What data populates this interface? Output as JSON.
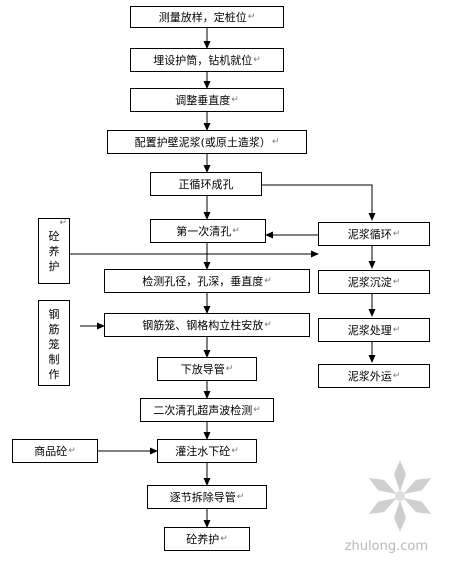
{
  "flow": {
    "steps": {
      "survey": "测量放样，定桩位",
      "casing": "埋设护筒，钻机就位",
      "verticality": "调整垂直度",
      "mud_prep": "配置护壁泥浆(或原土造浆）",
      "drilling": "正循环成孔",
      "first_clean": "第一次清孔",
      "inspect_hole": "检测孔径，孔深，垂直度",
      "cage_install": "钢筋笼、钢格构立柱安放",
      "lower_pipe": "下放导管",
      "second_clean": "二次清孔超声波检测",
      "pour_concrete": "灌注水下砼",
      "remove_pipe": "逐节拆除导管",
      "final_cure": "砼养护"
    },
    "mud": {
      "circulation": "泥浆循环",
      "settling": "泥浆沉淀",
      "treatment": "泥浆处理",
      "transport": "泥浆外运"
    },
    "side": {
      "curing": "砼养护",
      "cage_making": "钢筋笼制作",
      "ready_mix": "商品砼"
    }
  },
  "return_mark": "↵",
  "watermark": {
    "text": "zhulong.com",
    "icon": "snowflake-logo",
    "color": "#b9b9b9"
  }
}
